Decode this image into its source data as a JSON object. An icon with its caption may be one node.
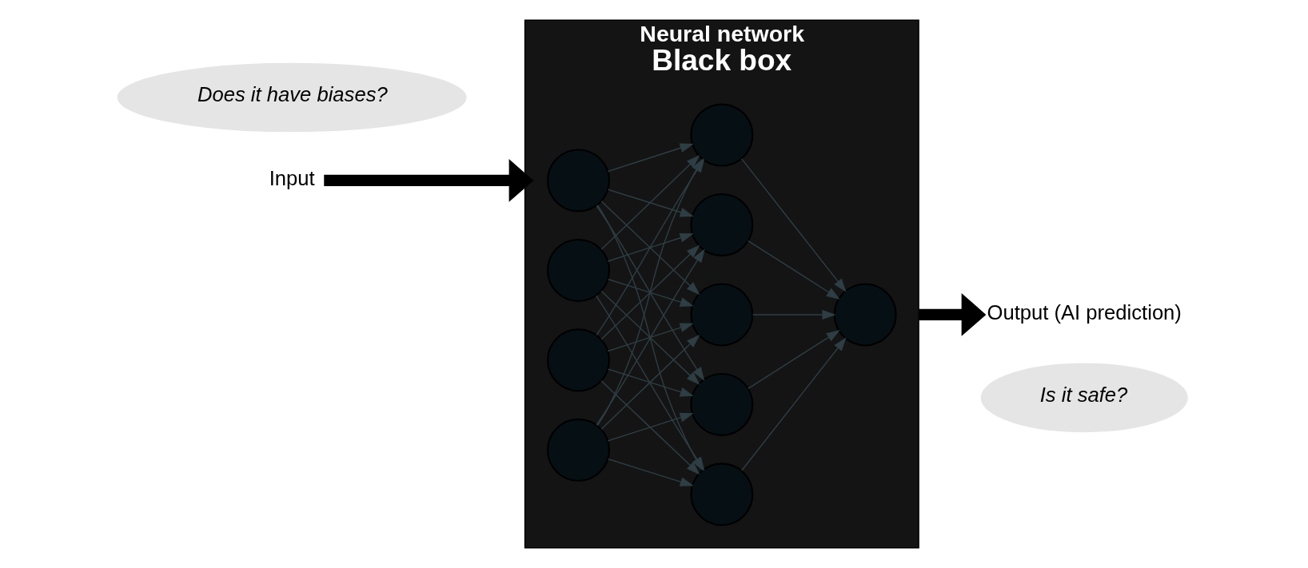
{
  "diagram": {
    "nodes": [
      {
        "text": [
          "Neural network",
          "Black box"
        ]
      },
      {
        "text": [],
        "shape": "circle",
        "in": 0
      },
      {
        "text": [],
        "shape": "circle",
        "in": 0
      },
      {
        "text": [],
        "shape": "circle",
        "in": 0
      },
      {
        "text": [],
        "shape": "circle",
        "in": 0
      },
      {
        "text": [],
        "shape": "circle",
        "in": 0
      },
      {
        "text": [],
        "shape": "circle",
        "in": 0
      },
      {
        "text": [],
        "shape": "circle",
        "in": 0
      },
      {
        "text": [],
        "shape": "circle",
        "in": 0
      },
      {
        "text": [],
        "shape": "circle",
        "in": 0
      },
      {
        "text": [],
        "shape": "circle",
        "in": 0
      },
      {
        "text": [
          "Does it have biases?"
        ]
      },
      {
        "text": [
          "Input"
        ]
      },
      {
        "text": [
          "Output (AI prediction)"
        ]
      },
      {
        "text": [
          "Is it safe?"
        ]
      }
    ],
    "edges": [
      {
        "from": 1,
        "to": 5,
        "arrow": "to"
      },
      {
        "from": 1,
        "to": 6,
        "arrow": "to"
      },
      {
        "from": 1,
        "to": 7,
        "arrow": "to"
      },
      {
        "from": 1,
        "to": 8,
        "arrow": "to"
      },
      {
        "from": 1,
        "to": 9,
        "arrow": "to"
      },
      {
        "from": 2,
        "to": 5,
        "arrow": "to"
      },
      {
        "from": 2,
        "to": 6,
        "arrow": "to"
      },
      {
        "from": 2,
        "to": 7,
        "arrow": "to"
      },
      {
        "from": 2,
        "to": 8,
        "arrow": "to"
      },
      {
        "from": 2,
        "to": 9,
        "arrow": "to"
      },
      {
        "from": 3,
        "to": 5,
        "arrow": "to"
      },
      {
        "from": 3,
        "to": 6,
        "arrow": "to"
      },
      {
        "from": 3,
        "to": 7,
        "arrow": "to"
      },
      {
        "from": 3,
        "to": 8,
        "arrow": "to"
      },
      {
        "from": 3,
        "to": 9,
        "arrow": "to"
      },
      {
        "from": 4,
        "to": 5,
        "arrow": "to"
      },
      {
        "from": 4,
        "to": 6,
        "arrow": "to"
      },
      {
        "from": 4,
        "to": 7,
        "arrow": "to"
      },
      {
        "from": 4,
        "to": 8,
        "arrow": "to"
      },
      {
        "from": 4,
        "to": 9,
        "arrow": "to"
      },
      {
        "from": 5,
        "to": 10,
        "arrow": "to"
      },
      {
        "from": 6,
        "to": 10,
        "arrow": "to"
      },
      {
        "from": 7,
        "to": 10,
        "arrow": "to"
      },
      {
        "from": 8,
        "to": 10,
        "arrow": "to"
      },
      {
        "from": 9,
        "to": 10,
        "arrow": "to"
      },
      {
        "from": 12,
        "to": 0,
        "arrow": "to",
        "style": "thick",
        "color": "#000000"
      },
      {
        "from": 0,
        "to": 13,
        "arrow": "to",
        "style": "thick",
        "color": "#000000"
      }
    ]
  }
}
